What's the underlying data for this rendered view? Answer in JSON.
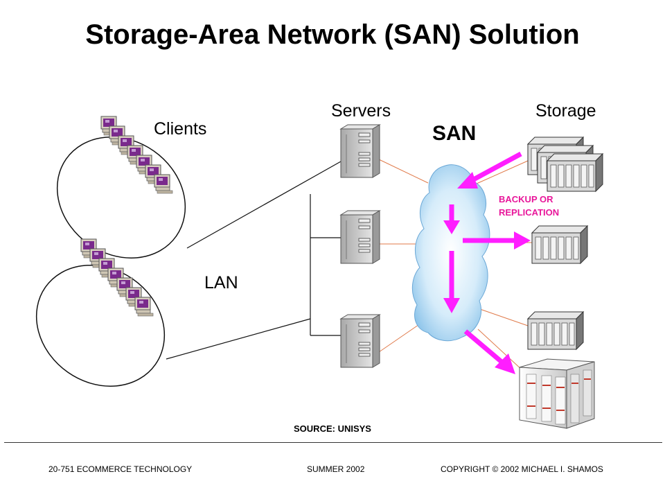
{
  "title": "Storage-Area Network (SAN) Solution",
  "labels": {
    "clients": "Clients",
    "servers": "Servers",
    "storage": "Storage",
    "san": "SAN",
    "lan": "LAN",
    "backup_line1": "BACKUP OR",
    "backup_line2": "REPLICATION"
  },
  "source": "SOURCE: UNISYS",
  "footer": {
    "course": "20-751 ECOMMERCE TECHNOLOGY",
    "term": "SUMMER 2002",
    "copyright": "COPYRIGHT  © 2002 MICHAEL  I. SHAMOS"
  },
  "colors": {
    "arrow": "#ff1eff",
    "backup_text": "#e8169a",
    "san_link": "#e07a4a",
    "cloud": "#bfe0f5",
    "server_body": "#c8c8c8",
    "monitor_screen": "#7a2a8c"
  },
  "icons": {
    "client": "desktop-computer-icon",
    "server": "server-tower-icon",
    "storage": "disk-array-icon",
    "mainframe": "mainframe-icon",
    "network": "cloud-icon"
  }
}
